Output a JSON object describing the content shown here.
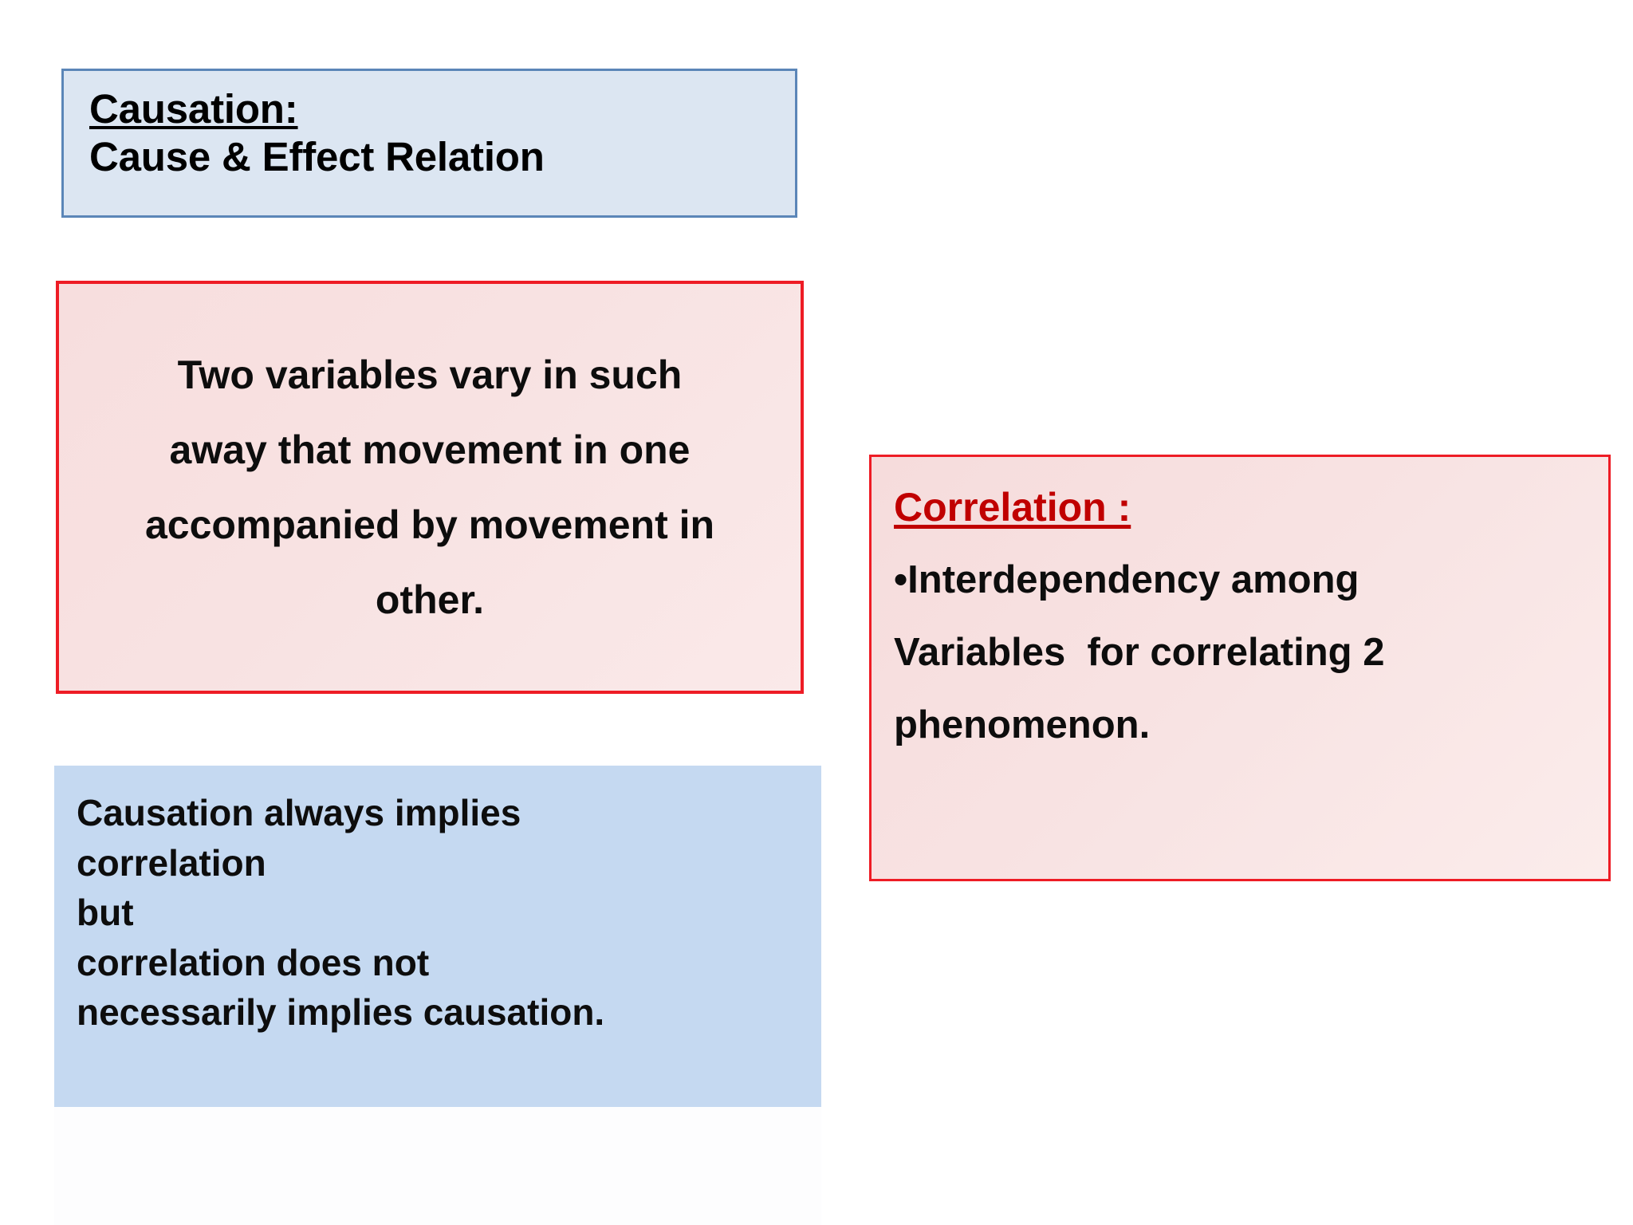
{
  "slide": {
    "background_color": "#ffffff",
    "title_box": {
      "fill_color": "#dce6f2",
      "border_color": "#5b86b8",
      "heading": "Causation:",
      "subheading": "Cause & Effect Relation"
    },
    "definition_box": {
      "fill_color": "#f8e2e2",
      "border_color": "#ee1c25",
      "lines": [
        "Two variables vary in such",
        "away that movement in one",
        "accompanied by movement in",
        "other."
      ]
    },
    "correlation_box": {
      "fill_color": "#f8e3e3",
      "border_color": "#ee1c25",
      "heading": "Correlation :",
      "heading_color": "#c00000",
      "lines": [
        "•Interdependency among",
        "Variables  for correlating 2",
        "phenomenon."
      ]
    },
    "implication_box": {
      "fill_color": "#c5d9f1",
      "lines": [
        "Causation always implies",
        "correlation",
        "but",
        "correlation does not",
        "necessarily implies causation."
      ]
    }
  }
}
